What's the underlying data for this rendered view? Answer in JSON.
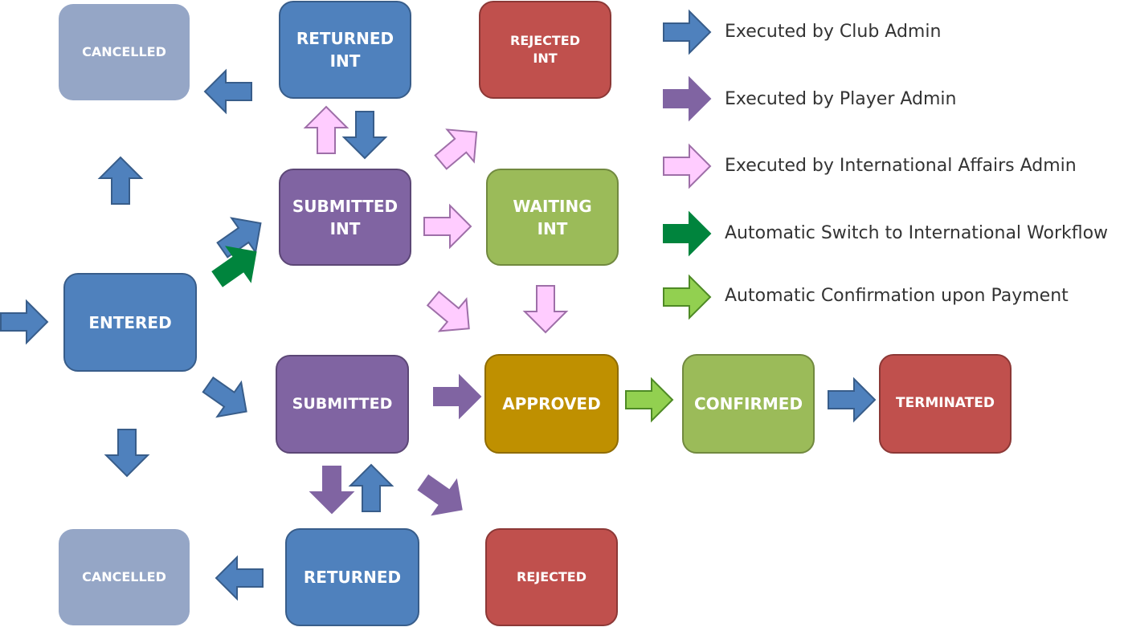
{
  "colors": {
    "club_admin": "#4f81bd",
    "player_admin": "#8064a2",
    "international_affairs_admin": "#ffccff",
    "automatic_switch": "#00843d",
    "automatic_confirmation": "#92d050",
    "cancelled": "#95a6c6",
    "rejected": "#c0504d",
    "approved": "#bf9000",
    "waiting_confirmed": "#9bbb59"
  },
  "nodes": {
    "cancelled_top": "CANCELLED",
    "returned_int": [
      "RETURNED",
      "INT"
    ],
    "rejected_int": [
      "REJECTED",
      "INT"
    ],
    "submitted_int": [
      "SUBMITTED",
      "INT"
    ],
    "waiting_int": [
      "WAITING",
      "INT"
    ],
    "entered": "ENTERED",
    "submitted": "SUBMITTED",
    "approved": "APPROVED",
    "confirmed": "CONFIRMED",
    "terminated": "TERMINATED",
    "cancelled_bottom": "CANCELLED",
    "returned": "RETURNED",
    "rejected": "REJECTED"
  },
  "legend": [
    {
      "label": "Executed by Club Admin",
      "icon": "blue-arrow-icon"
    },
    {
      "label": "Executed by Player Admin",
      "icon": "purple-arrow-icon"
    },
    {
      "label": "Executed by International Affairs Admin",
      "icon": "pink-arrow-icon"
    },
    {
      "label": "Automatic Switch to International Workflow",
      "icon": "dark-green-arrow-icon"
    },
    {
      "label": "Automatic Confirmation upon Payment",
      "icon": "light-green-arrow-icon"
    }
  ]
}
